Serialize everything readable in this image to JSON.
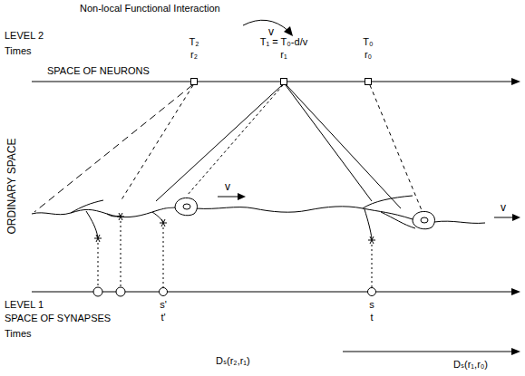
{
  "diagram": {
    "nodes": [
      {
        "text": [
          "T₂",
          "r₂"
        ]
      },
      {
        "text": [
          "T₁ = T₀-d/v",
          "r₁"
        ]
      },
      {
        "text": [
          "T₀",
          "r₀"
        ]
      },
      {
        "text": [
          "s'",
          "t'"
        ]
      },
      {
        "text": [
          "s",
          "t"
        ]
      }
    ],
    "labels": [
      "Non-local Functional Interaction",
      "v",
      "LEVEL 2",
      "Times",
      "SPACE OF NEURONS",
      "ORDINARY SPACE",
      "v",
      "v",
      "LEVEL 1",
      "SPACE OF SYNAPSES",
      "Times",
      "Dₛ(r₂,r₁)",
      "Dₛ(r₁,r₀)"
    ]
  }
}
